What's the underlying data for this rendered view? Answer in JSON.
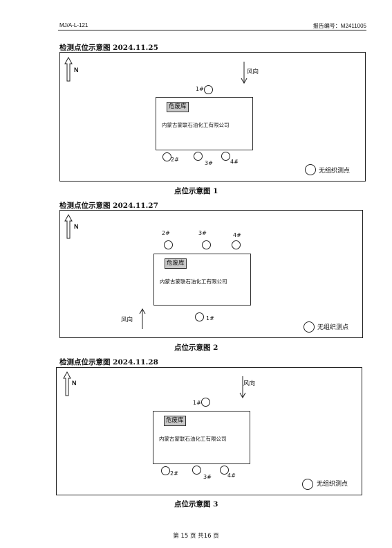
{
  "header": {
    "doc_code": "MJ/A-L-121",
    "report_no": "报告编号：M2411005"
  },
  "diagrams": [
    {
      "title": "检测点位示意图 2024.11.25",
      "caption": "点位示意图 1",
      "wind_label": "风向",
      "north": "N",
      "hazard_label": "危废库",
      "company": "内蒙古蒙联石油化工有限公司",
      "points": [
        "1#",
        "2#",
        "3#",
        "4#"
      ],
      "legend": "无组织测点"
    },
    {
      "title": "检测点位示意图 2024.11.27",
      "caption": "点位示意图 2",
      "wind_label": "风向",
      "north": "N",
      "hazard_label": "危废库",
      "company": "内蒙古蒙联石油化工有限公司",
      "points": [
        "1#",
        "2#",
        "3#",
        "4#"
      ],
      "legend": "无组织测点"
    },
    {
      "title": "检测点位示意图 2024.11.28",
      "caption": "点位示意图 3",
      "wind_label": "风向",
      "north": "N",
      "hazard_label": "危废库",
      "company": "内蒙古蒙联石油化工有限公司",
      "points": [
        "1#",
        "2#",
        "3#",
        "4#"
      ],
      "legend": "无组织测点"
    }
  ],
  "footer": {
    "page": "第 15 页 共16 页"
  }
}
